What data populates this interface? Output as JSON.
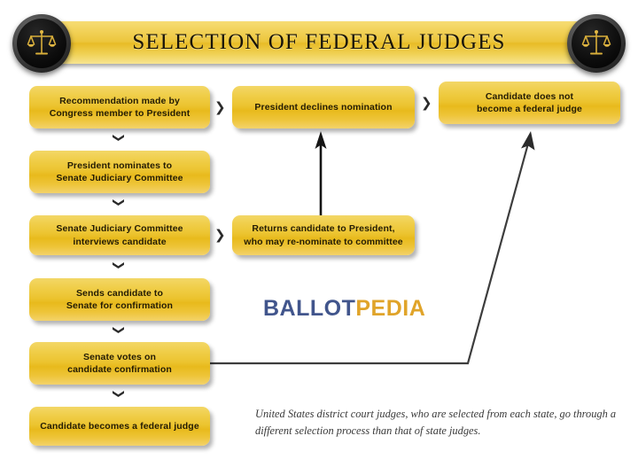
{
  "header": {
    "title": "SELECTION OF FEDERAL JUDGES",
    "medallion_left": "scales-of-justice-icon",
    "medallion_right": "scales-of-justice-icon",
    "banner_color": "#ecc63c"
  },
  "flow": {
    "boxes": [
      {
        "id": "recommendation",
        "label": "Recommendation made by\nCongress member to President"
      },
      {
        "id": "president-nominates",
        "label": "President nominates to\nSenate Judiciary Committee"
      },
      {
        "id": "committee-interviews",
        "label": "Senate Judiciary Committee\ninterviews candidate"
      },
      {
        "id": "sends-candidate",
        "label": "Sends candidate to\nSenate for confirmation"
      },
      {
        "id": "senate-votes",
        "label": "Senate votes on\ncandidate confirmation"
      },
      {
        "id": "becomes-judge",
        "label": "Candidate becomes a federal judge"
      },
      {
        "id": "declines-nomination",
        "label": "President declines nomination"
      },
      {
        "id": "returns-candidate",
        "label": "Returns candidate to President,\nwho may re-nominate to committee"
      },
      {
        "id": "not-a-judge",
        "label": "Candidate does not\nbecome a federal judge"
      }
    ],
    "chevron_right": "❯",
    "chevron_down": "❯"
  },
  "logo": {
    "part1": "BALLOT",
    "part2": "PEDIA",
    "color1": "#41558c",
    "color2": "#e0a42a"
  },
  "footnote": {
    "text": "United States district court judges, who are selected from each state, go through a different selection process than that of state judges."
  }
}
